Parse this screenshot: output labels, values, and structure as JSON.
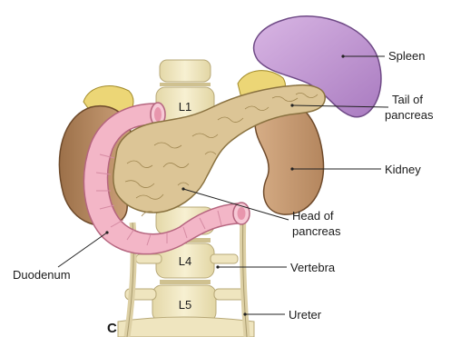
{
  "panel_letter": "C",
  "vertebrae": {
    "l1": "L1",
    "l4": "L4",
    "l5": "L5"
  },
  "labels": {
    "spleen": "Spleen",
    "tail_of_pancreas": [
      "Tail of",
      "pancreas"
    ],
    "kidney": "Kidney",
    "head_of_pancreas": [
      "Head of",
      "pancreas"
    ],
    "vertebra": "Vertebra",
    "duodenum": "Duodenum",
    "ureter": "Ureter"
  },
  "colors": {
    "spleen": "#c9a1d6",
    "pancreas": "#dcc596",
    "duodenum": "#f3b6c7",
    "kidney": "#c79a6f",
    "adrenal": "#ecd676",
    "bone": "#f1e8c2"
  }
}
